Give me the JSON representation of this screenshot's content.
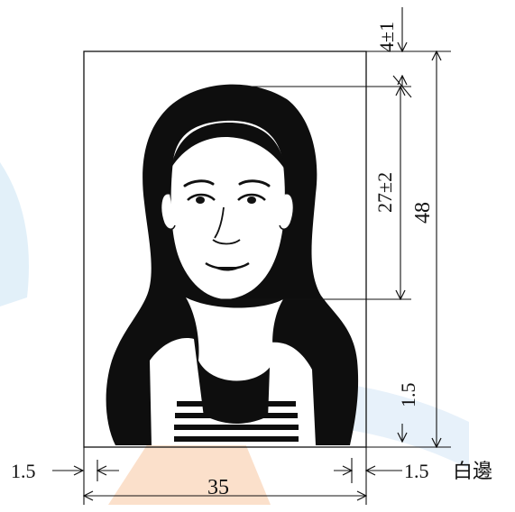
{
  "colors": {
    "line": "#111111",
    "hair": "#0e0e0e",
    "watermark_blue": "#c9e3f5",
    "watermark_orange": "#f6c09a"
  },
  "labels": {
    "top_margin": "4±1",
    "face_height": "27±2",
    "photo_height": "48",
    "bottom_margin": "1.5",
    "photo_width": "35",
    "left_border": "1.5",
    "right_border": "1.5",
    "white_border_label": "白邊"
  }
}
